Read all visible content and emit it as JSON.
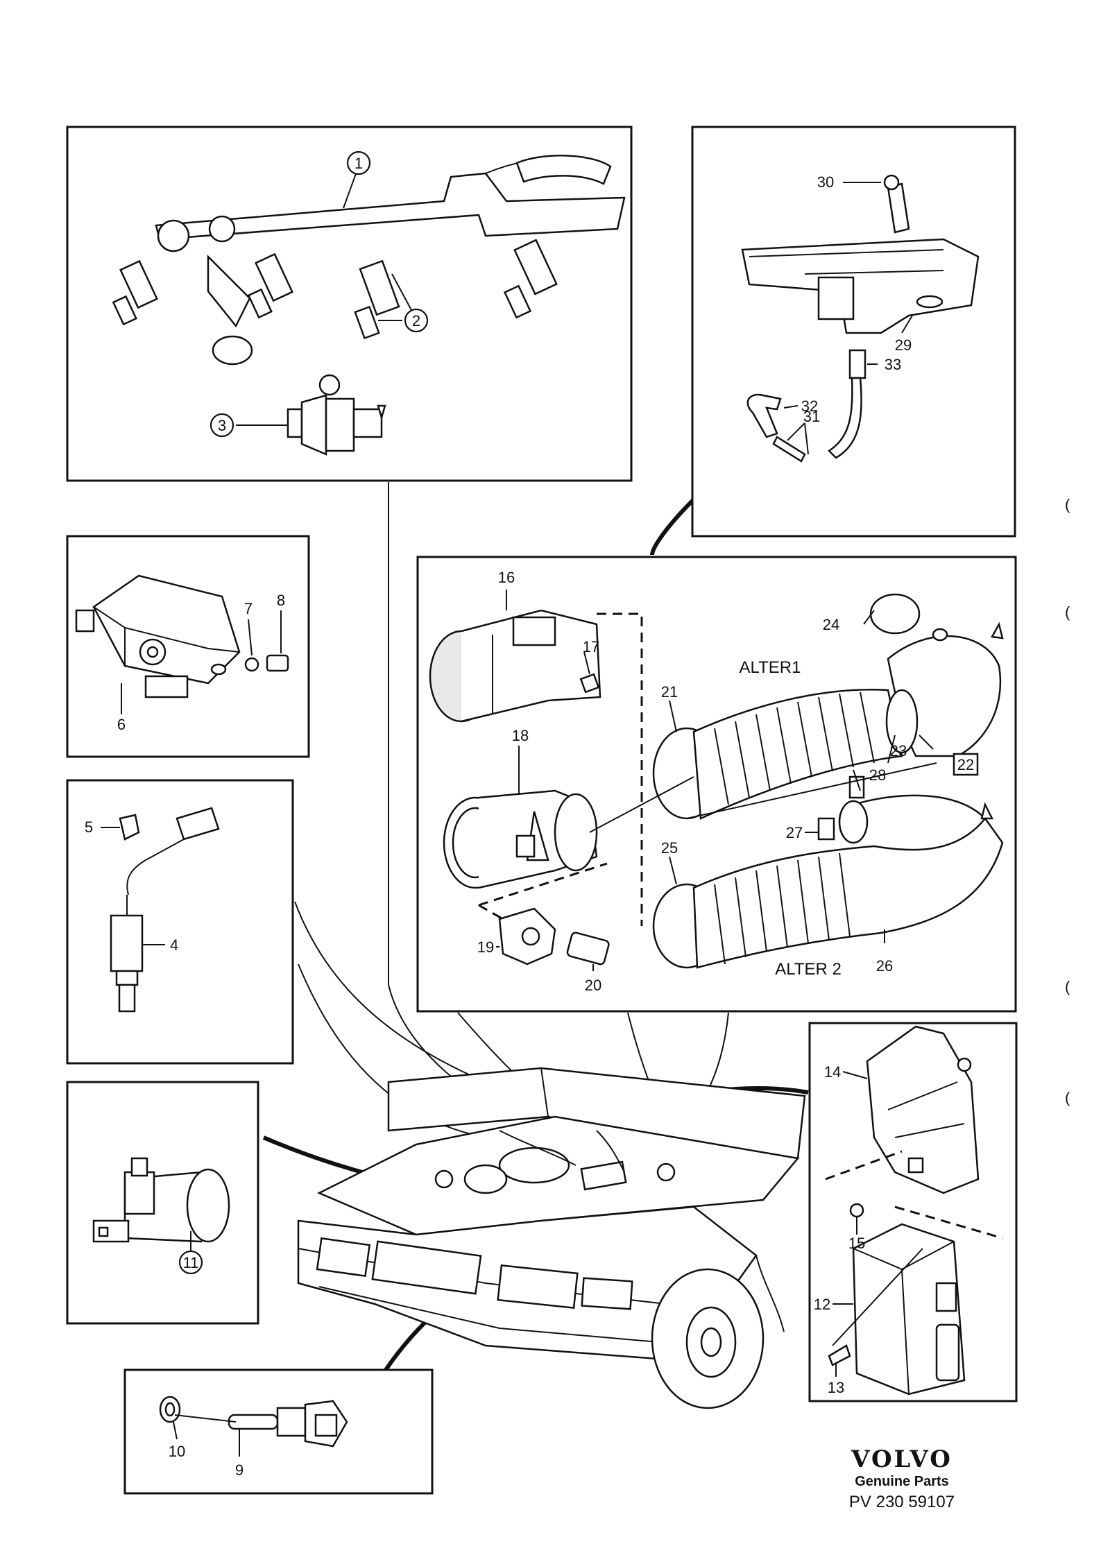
{
  "labels": {
    "p1": "1",
    "p2": "2",
    "p3": "3",
    "p4": "4",
    "p5": "5",
    "p6": "6",
    "p7": "7",
    "p8": "8",
    "p9": "9",
    "p10": "10",
    "p11": "11",
    "p12": "12",
    "p13": "13",
    "p14": "14",
    "p15": "15",
    "p16": "16",
    "p17": "17",
    "p18": "18",
    "p19": "19",
    "p20": "20",
    "p21": "21",
    "p22": "22",
    "p23": "23",
    "p24": "24",
    "p25": "25",
    "p26": "26",
    "p27": "27",
    "p28": "28",
    "p29": "29",
    "p30": "30",
    "p31": "31",
    "p32": "32",
    "p33": "33",
    "alter1": "ALTER1",
    "alter2": "ALTER 2"
  },
  "footer": {
    "brand": "VOLVO",
    "subtitle": "Genuine Parts",
    "code": "PV  230  59107"
  }
}
